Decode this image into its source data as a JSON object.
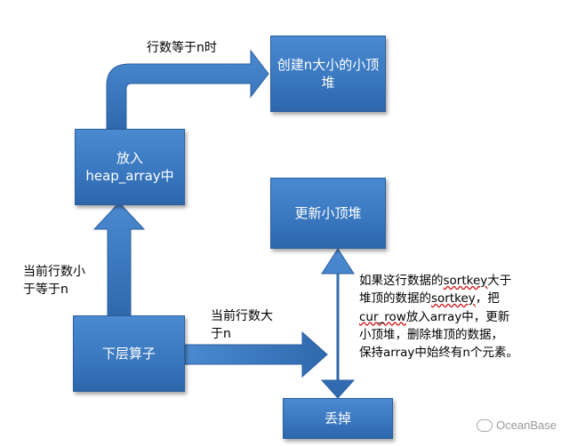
{
  "boxes": {
    "create_heap": "创建n大小的小顶堆",
    "put_into_line1": "放入",
    "put_into_line2": "heap_array中",
    "update_heap": "更新小顶堆",
    "lower_operator": "下层算子",
    "discard": "丢掉"
  },
  "labels": {
    "rows_equal_n": "行数等于n时",
    "rows_le_n_line1": "当前行数小",
    "rows_le_n_line2": "于等于n",
    "rows_gt_n_line1": "当前行数大",
    "rows_gt_n_line2": "于n"
  },
  "note": {
    "l1_a": "如果这行数据的",
    "l1_kw": "sortkey",
    "l1_b": "大于",
    "l2_a": "堆顶的数据的",
    "l2_kw": "sortkey",
    "l2_b": "，把",
    "l3_kw": "cur_row",
    "l3_b": "放入array中，更新",
    "l4": "小顶堆，删除堆顶的数据，",
    "l5": "保持array中始终有n个元素。"
  },
  "watermark": "OceanBase",
  "colors": {
    "box_fill": "#3a78c0",
    "arrow_fill": "#3d7cc4"
  }
}
